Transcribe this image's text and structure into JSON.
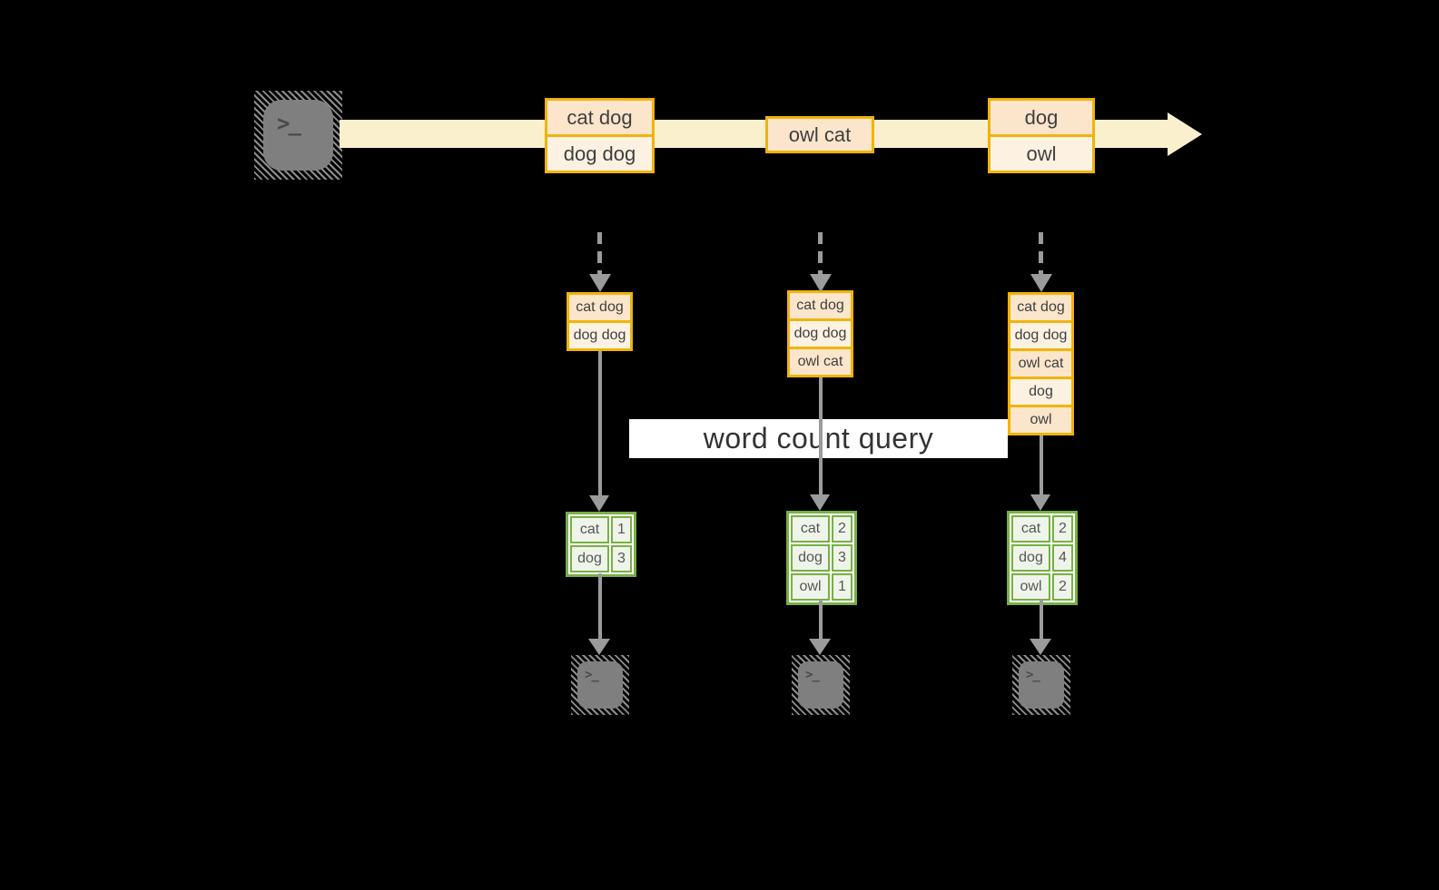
{
  "icons": {
    "source_terminal": "terminal-icon",
    "output_terminal": "terminal-icon",
    "prompt_glyph": ">_"
  },
  "query": {
    "label": "word count query"
  },
  "stream": {
    "batches": [
      {
        "records": [
          "cat dog",
          "dog dog"
        ]
      },
      {
        "records": [
          "owl cat"
        ]
      },
      {
        "records": [
          "dog",
          "owl"
        ]
      }
    ]
  },
  "columns": [
    {
      "input_records": [
        "cat dog",
        "dog dog"
      ],
      "result_rows": [
        {
          "word": "cat",
          "count": "1"
        },
        {
          "word": "dog",
          "count": "3"
        }
      ]
    },
    {
      "input_records": [
        "cat dog",
        "dog dog",
        "owl cat"
      ],
      "result_rows": [
        {
          "word": "cat",
          "count": "2"
        },
        {
          "word": "dog",
          "count": "3"
        },
        {
          "word": "owl",
          "count": "1"
        }
      ]
    },
    {
      "input_records": [
        "cat dog",
        "dog dog",
        "owl cat",
        "dog",
        "owl"
      ],
      "result_rows": [
        {
          "word": "cat",
          "count": "2"
        },
        {
          "word": "dog",
          "count": "4"
        },
        {
          "word": "owl",
          "count": "2"
        }
      ]
    }
  ],
  "colors": {
    "background": "#000000",
    "stream_band": "#FBF0CE",
    "record_border": "#F0B40A",
    "record_fill_dark": "#FBE5CB",
    "record_fill_light": "#FDF2E2",
    "table_border": "#76B043",
    "table_fill": "#EFF4EA",
    "arrow_gray": "#9B9B9B",
    "label_background": "#FFFFFF",
    "text_dark": "#3F3F3F"
  }
}
